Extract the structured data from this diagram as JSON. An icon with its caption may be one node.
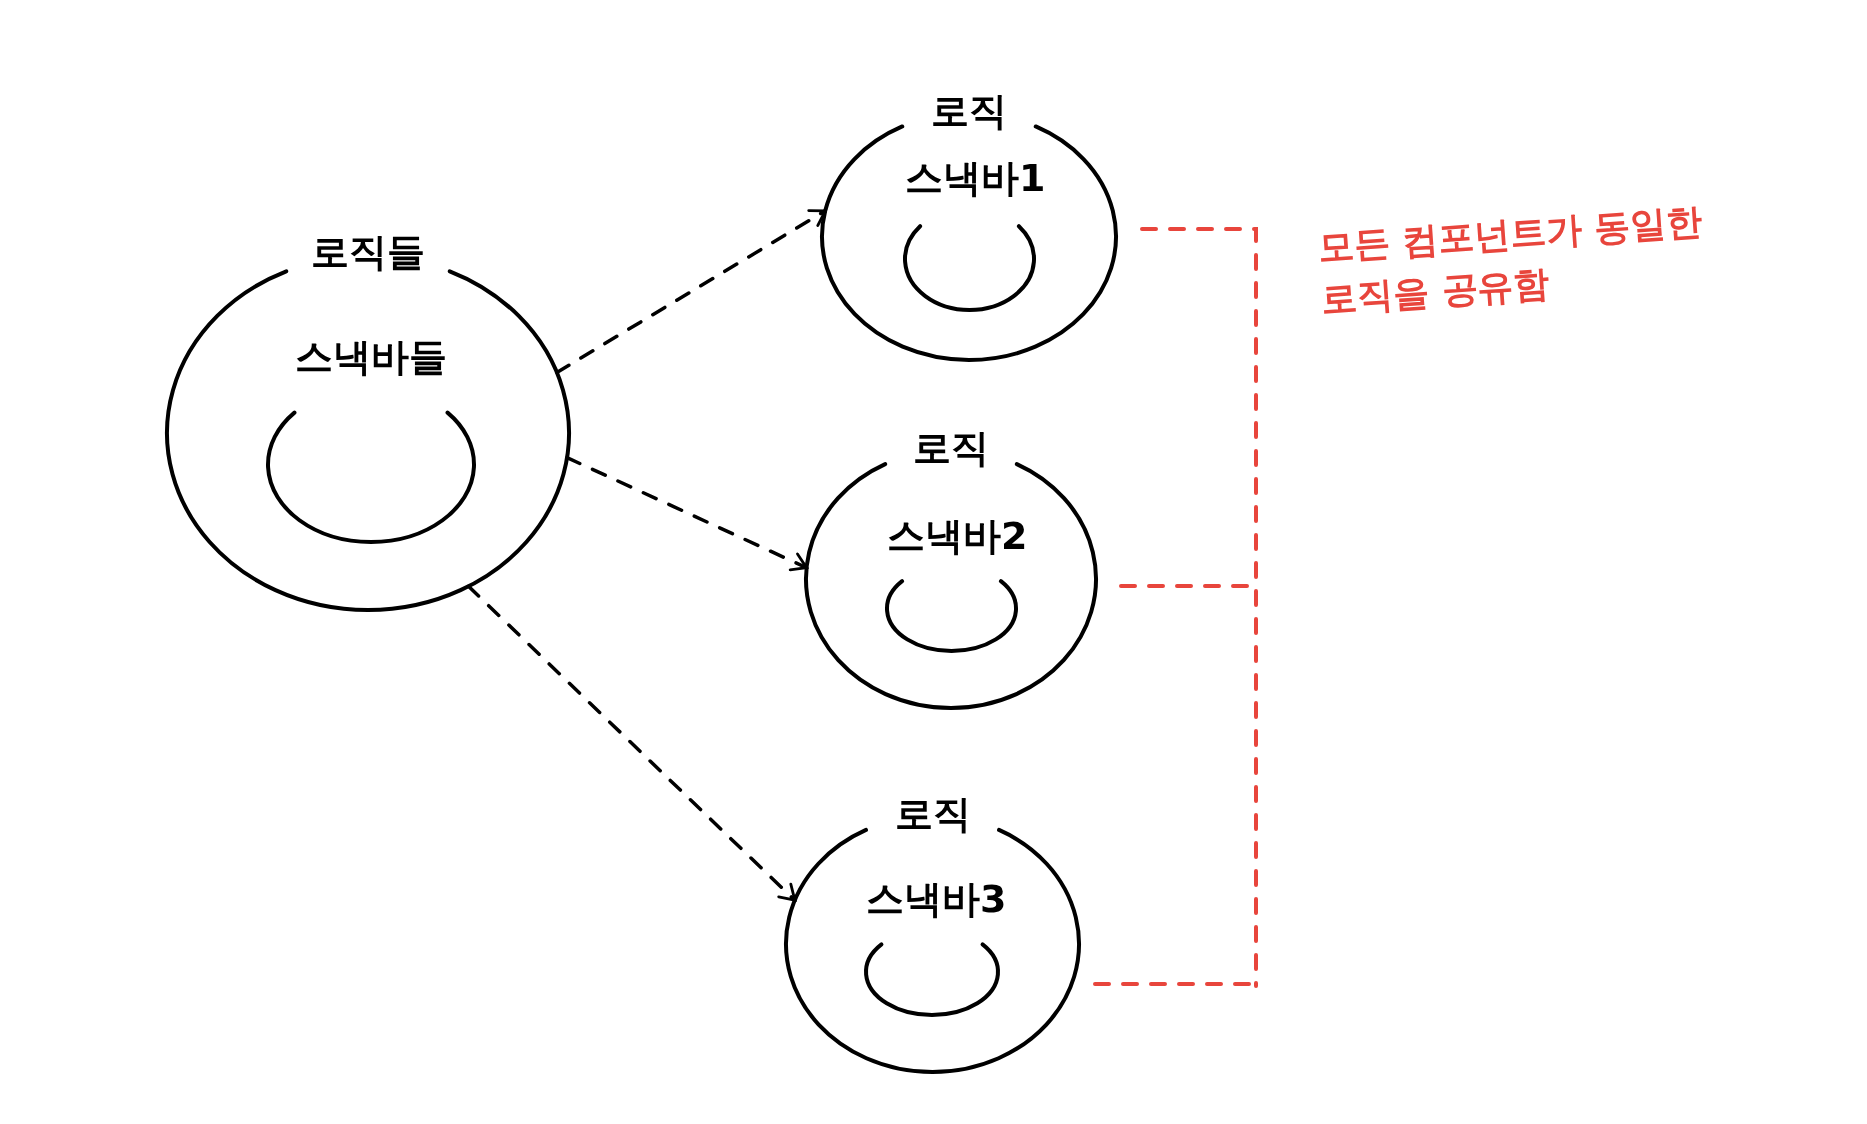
{
  "diagram": {
    "nodes": [
      {
        "text": [
          "로직들"
        ]
      },
      {
        "text": [
          "스낵바들"
        ],
        "in": 0
      },
      {
        "text": [
          "로직"
        ]
      },
      {
        "text": [
          "스낵바1"
        ],
        "in": 2
      },
      {
        "text": [
          "로직"
        ]
      },
      {
        "text": [
          "스낵바2"
        ],
        "in": 4
      },
      {
        "text": [
          "로직"
        ]
      },
      {
        "text": [
          "스낵바3"
        ],
        "in": 6
      }
    ],
    "edges": [
      {
        "from": 0,
        "to": 2,
        "arrow": "to",
        "style": "dashed"
      },
      {
        "from": 0,
        "to": 4,
        "arrow": "to",
        "style": "dashed"
      },
      {
        "from": 0,
        "to": 6,
        "arrow": "to",
        "style": "dashed"
      }
    ],
    "labels": [
      "모든 컴포넌트가 동일한 로직을 공유함"
    ]
  }
}
